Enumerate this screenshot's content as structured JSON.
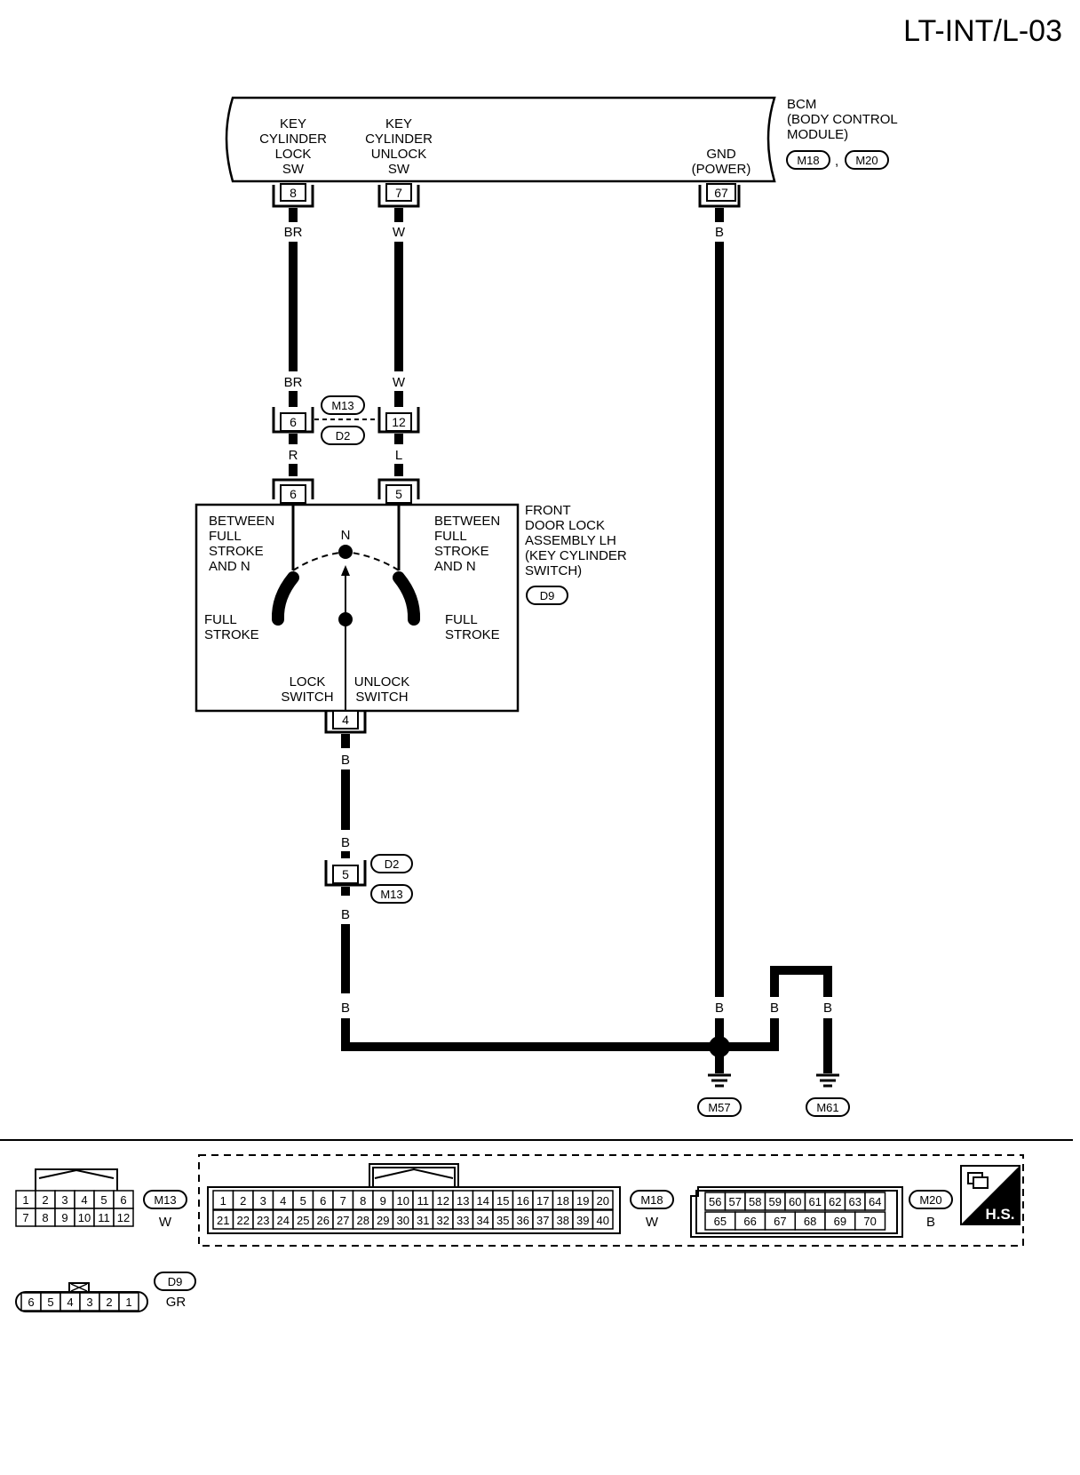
{
  "page_id": "LT-INT/L-03",
  "bcm": {
    "title_lines": [
      "BCM",
      "(BODY CONTROL",
      "MODULE)"
    ],
    "connectors": [
      "M18",
      "M20"
    ],
    "connector_sep": ",",
    "terminals": [
      {
        "lines": [
          "KEY",
          "CYLINDER",
          "LOCK",
          "SW"
        ],
        "pin": "8"
      },
      {
        "lines": [
          "KEY",
          "CYLINDER",
          "UNLOCK",
          "SW"
        ],
        "pin": "7"
      },
      {
        "lines": [
          "GND",
          "(POWER)"
        ],
        "pin": "67"
      }
    ]
  },
  "wires": {
    "lock_top": "BR",
    "lock_mid": "BR",
    "unlock_top": "W",
    "unlock_mid": "W",
    "gnd_top": "B",
    "lock_door": "R",
    "unlock_door": "L",
    "sw_out_1": "B",
    "sw_out_2": "B",
    "sw_out_3": "B",
    "sw_out_4": "B",
    "gnd_bot_1": "B",
    "gnd_bot_2": "B",
    "gnd_bot_3": "B"
  },
  "joint_connector_top": {
    "pins": [
      "6",
      "12"
    ],
    "connectors": [
      "M13",
      "D2"
    ]
  },
  "door_lock": {
    "title_lines": [
      "FRONT",
      "DOOR LOCK",
      "ASSEMBLY LH",
      "(KEY CYLINDER",
      "SWITCH)"
    ],
    "connector": "D9",
    "pins_top": [
      "6",
      "5"
    ],
    "pin_bottom": "4",
    "left_upper": [
      "BETWEEN",
      "FULL",
      "STROKE",
      "AND N"
    ],
    "right_upper": [
      "BETWEEN",
      "FULL",
      "STROKE",
      "AND N"
    ],
    "left_lower": [
      "FULL",
      "STROKE"
    ],
    "right_lower": [
      "FULL",
      "STROKE"
    ],
    "neutral": "N",
    "lock_label": [
      "LOCK",
      "SWITCH"
    ],
    "unlock_label": [
      "UNLOCK",
      "SWITCH"
    ]
  },
  "joint_connector_bottom": {
    "pin": "5",
    "connectors": [
      "D2",
      "M13"
    ]
  },
  "grounds": [
    "M57",
    "M61"
  ],
  "connector_views": {
    "m13": {
      "id": "M13",
      "color": "W",
      "row1": [
        "1",
        "2",
        "3",
        "4",
        "5",
        "6"
      ],
      "row2": [
        "7",
        "8",
        "9",
        "10",
        "11",
        "12"
      ]
    },
    "m18": {
      "id": "M18",
      "color": "W",
      "row1": [
        "1",
        "2",
        "3",
        "4",
        "5",
        "6",
        "7",
        "8",
        "9",
        "10",
        "11",
        "12",
        "13",
        "14",
        "15",
        "16",
        "17",
        "18",
        "19",
        "20"
      ],
      "row2": [
        "21",
        "22",
        "23",
        "24",
        "25",
        "26",
        "27",
        "28",
        "29",
        "30",
        "31",
        "32",
        "33",
        "34",
        "35",
        "36",
        "37",
        "38",
        "39",
        "40"
      ]
    },
    "m20": {
      "id": "M20",
      "color": "B",
      "row1": [
        "56",
        "57",
        "58",
        "59",
        "60",
        "61",
        "62",
        "63",
        "64"
      ],
      "row2": [
        "65",
        "66",
        "67",
        "68",
        "69",
        "70"
      ]
    },
    "d9": {
      "id": "D9",
      "color": "GR",
      "row1": [
        "6",
        "5",
        "4",
        "3",
        "2",
        "1"
      ]
    },
    "hs_label": "H.S."
  }
}
